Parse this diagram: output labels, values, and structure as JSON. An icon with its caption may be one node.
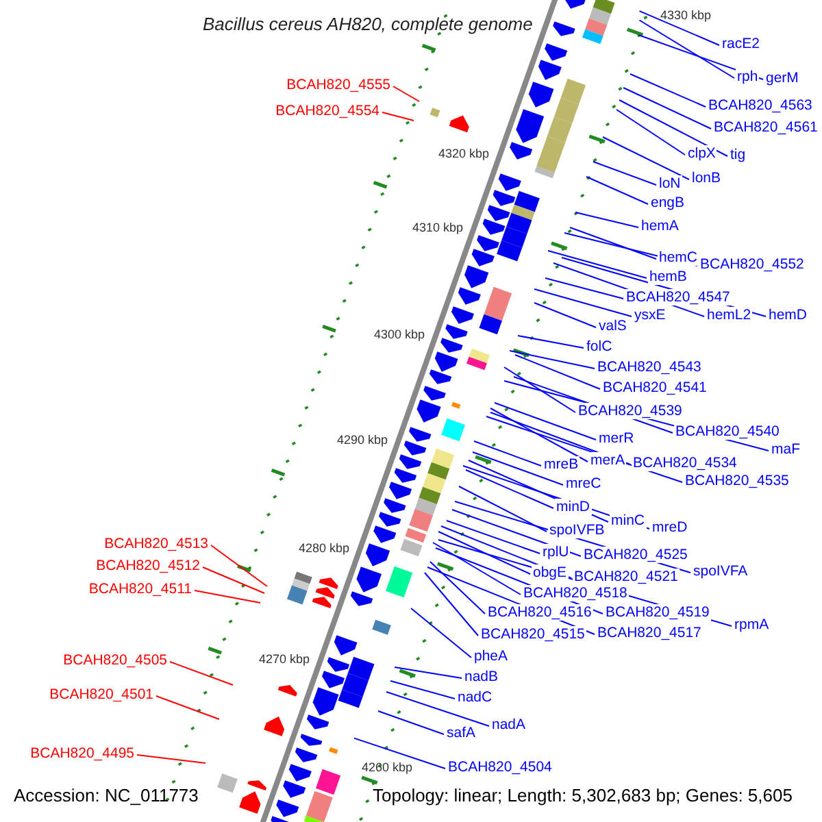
{
  "diagram": {
    "title": "Bacillus cereus AH820, complete genome",
    "nodes": [
      {
        "text": [
          "BCAH820_4555"
        ]
      },
      {
        "text": [
          "BCAH820_4554"
        ]
      },
      {
        "text": [
          "BCAH820_4513"
        ]
      },
      {
        "text": [
          "BCAH820_4512"
        ]
      },
      {
        "text": [
          "BCAH820_4511"
        ]
      },
      {
        "text": [
          "BCAH820_4505"
        ]
      },
      {
        "text": [
          "BCAH820_4501"
        ]
      },
      {
        "text": [
          "BCAH820_4495"
        ]
      },
      {
        "text": [
          "racE2"
        ]
      },
      {
        "text": [
          "rph"
        ]
      },
      {
        "text": [
          "gerM"
        ]
      },
      {
        "text": [
          "BCAH820_4563"
        ]
      },
      {
        "text": [
          "BCAH820_4561"
        ]
      },
      {
        "text": [
          "clpX"
        ]
      },
      {
        "text": [
          "tig"
        ]
      },
      {
        "text": [
          "lonB"
        ]
      },
      {
        "text": [
          "loN"
        ]
      },
      {
        "text": [
          "engB"
        ]
      },
      {
        "text": [
          "hemA"
        ]
      },
      {
        "text": [
          "hemC"
        ]
      },
      {
        "text": [
          "BCAH820_4552"
        ]
      },
      {
        "text": [
          "hemB"
        ]
      },
      {
        "text": [
          "BCAH820_4547"
        ]
      },
      {
        "text": [
          "ysxE"
        ]
      },
      {
        "text": [
          "hemL2"
        ]
      },
      {
        "text": [
          "hemD"
        ]
      },
      {
        "text": [
          "valS"
        ]
      },
      {
        "text": [
          "folC"
        ]
      },
      {
        "text": [
          "BCAH820_4543"
        ]
      },
      {
        "text": [
          "BCAH820_4541"
        ]
      },
      {
        "text": [
          "BCAH820_4539"
        ]
      },
      {
        "text": [
          "BCAH820_4540"
        ]
      },
      {
        "text": [
          "merR"
        ]
      },
      {
        "text": [
          "maF"
        ]
      },
      {
        "text": [
          "merA"
        ]
      },
      {
        "text": [
          "BCAH820_4534"
        ]
      },
      {
        "text": [
          "mreB"
        ]
      },
      {
        "text": [
          "BCAH820_4535"
        ]
      },
      {
        "text": [
          "mreC"
        ]
      },
      {
        "text": [
          "minD"
        ]
      },
      {
        "text": [
          "minC"
        ]
      },
      {
        "text": [
          "mreD"
        ]
      },
      {
        "text": [
          "spoIVFB"
        ]
      },
      {
        "text": [
          "rplU"
        ]
      },
      {
        "text": [
          "BCAH820_4525"
        ]
      },
      {
        "text": [
          "spoIVFA"
        ]
      },
      {
        "text": [
          "obgE"
        ]
      },
      {
        "text": [
          "BCAH820_4521"
        ]
      },
      {
        "text": [
          "BCAH820_4518"
        ]
      },
      {
        "text": [
          "BCAH820_4516"
        ]
      },
      {
        "text": [
          "BCAH820_4519"
        ]
      },
      {
        "text": [
          "rpmA"
        ]
      },
      {
        "text": [
          "BCAH820_4515"
        ]
      },
      {
        "text": [
          "BCAH820_4517"
        ]
      },
      {
        "text": [
          "pheA"
        ]
      },
      {
        "text": [
          "nadB"
        ]
      },
      {
        "text": [
          "nadC"
        ]
      },
      {
        "text": [
          "nadA"
        ]
      },
      {
        "text": [
          "safA"
        ]
      },
      {
        "text": [
          "BCAH820_4504"
        ]
      }
    ],
    "edges": [
      {
        "from": 0,
        "to": null,
        "arrow": "none",
        "color": "#ff0000"
      },
      {
        "from": 1,
        "to": null,
        "arrow": "none",
        "color": "#ff0000"
      },
      {
        "from": 2,
        "to": null,
        "arrow": "none",
        "color": "#ff0000"
      },
      {
        "from": 3,
        "to": null,
        "arrow": "none",
        "color": "#ff0000"
      },
      {
        "from": 4,
        "to": null,
        "arrow": "none",
        "color": "#ff0000"
      },
      {
        "from": 5,
        "to": null,
        "arrow": "none",
        "color": "#ff0000"
      },
      {
        "from": 6,
        "to": null,
        "arrow": "none",
        "color": "#ff0000"
      },
      {
        "from": 7,
        "to": null,
        "arrow": "none",
        "color": "#ff0000"
      },
      {
        "from": 8,
        "to": null,
        "arrow": "none"
      },
      {
        "from": 9,
        "to": null,
        "arrow": "none"
      },
      {
        "from": 10,
        "to": null,
        "arrow": "none"
      },
      {
        "from": 11,
        "to": null,
        "arrow": "none"
      },
      {
        "from": 12,
        "to": null,
        "arrow": "none"
      },
      {
        "from": 13,
        "to": null,
        "arrow": "none"
      },
      {
        "from": 14,
        "to": null,
        "arrow": "none"
      },
      {
        "from": 15,
        "to": null,
        "arrow": "none"
      },
      {
        "from": 16,
        "to": null,
        "arrow": "none"
      },
      {
        "from": 17,
        "to": null,
        "arrow": "none"
      },
      {
        "from": 18,
        "to": null,
        "arrow": "none"
      },
      {
        "from": 19,
        "to": null,
        "arrow": "none"
      },
      {
        "from": 20,
        "to": null,
        "arrow": "none"
      },
      {
        "from": 21,
        "to": null,
        "arrow": "none"
      },
      {
        "from": 22,
        "to": null,
        "arrow": "none"
      },
      {
        "from": 23,
        "to": null,
        "arrow": "none"
      },
      {
        "from": 24,
        "to": null,
        "arrow": "none"
      },
      {
        "from": 25,
        "to": null,
        "arrow": "none"
      },
      {
        "from": 26,
        "to": null,
        "arrow": "none"
      },
      {
        "from": 27,
        "to": null,
        "arrow": "none"
      },
      {
        "from": 28,
        "to": null,
        "arrow": "none"
      },
      {
        "from": 29,
        "to": null,
        "arrow": "none"
      },
      {
        "from": 30,
        "to": null,
        "arrow": "none"
      },
      {
        "from": 31,
        "to": null,
        "arrow": "none"
      },
      {
        "from": 32,
        "to": null,
        "arrow": "none"
      },
      {
        "from": 33,
        "to": null,
        "arrow": "none"
      },
      {
        "from": 34,
        "to": null,
        "arrow": "none"
      },
      {
        "from": 35,
        "to": null,
        "arrow": "none"
      },
      {
        "from": 36,
        "to": null,
        "arrow": "none"
      },
      {
        "from": 37,
        "to": null,
        "arrow": "none"
      },
      {
        "from": 38,
        "to": null,
        "arrow": "none"
      },
      {
        "from": 39,
        "to": null,
        "arrow": "none"
      },
      {
        "from": 40,
        "to": null,
        "arrow": "none"
      },
      {
        "from": 41,
        "to": null,
        "arrow": "none"
      },
      {
        "from": 42,
        "to": null,
        "arrow": "none"
      },
      {
        "from": 43,
        "to": null,
        "arrow": "none"
      },
      {
        "from": 44,
        "to": null,
        "arrow": "none"
      },
      {
        "from": 45,
        "to": null,
        "arrow": "none"
      },
      {
        "from": 46,
        "to": null,
        "arrow": "none"
      },
      {
        "from": 47,
        "to": null,
        "arrow": "none"
      },
      {
        "from": 48,
        "to": null,
        "arrow": "none"
      },
      {
        "from": 49,
        "to": null,
        "arrow": "none"
      },
      {
        "from": 50,
        "to": null,
        "arrow": "none"
      },
      {
        "from": 51,
        "to": null,
        "arrow": "none"
      },
      {
        "from": 52,
        "to": null,
        "arrow": "none"
      },
      {
        "from": 53,
        "to": null,
        "arrow": "none"
      },
      {
        "from": 54,
        "to": null,
        "arrow": "none"
      },
      {
        "from": 55,
        "to": null,
        "arrow": "none"
      },
      {
        "from": 56,
        "to": null,
        "arrow": "none"
      },
      {
        "from": 57,
        "to": null,
        "arrow": "none"
      },
      {
        "from": 58,
        "to": null,
        "arrow": "none"
      },
      {
        "from": 59,
        "to": null,
        "arrow": "none"
      }
    ],
    "labels": [
      "4330 kbp",
      "4320 kbp",
      "4310 kbp",
      "4300 kbp",
      "4290 kbp",
      "4280 kbp",
      "4270 kbp",
      "4260 kbp",
      "Accession: NC_011773",
      "Topology: linear; Length: 5,302,683 bp; Genes: 5,605"
    ]
  }
}
